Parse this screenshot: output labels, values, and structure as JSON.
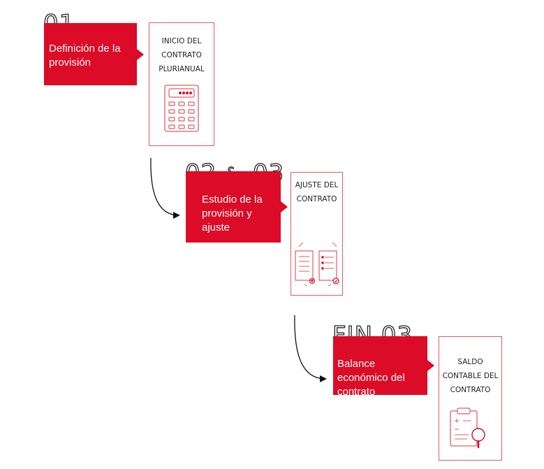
{
  "steps": [
    {
      "number": "01",
      "label": "Definición de la provisión",
      "card_title": "INICIO DEL\nCONTRATO\nPLURIANUAL",
      "icon": "calculator-icon"
    },
    {
      "number_a": "02",
      "amp": "&",
      "number_b": "03",
      "label": "Estudio de la provisión y ajuste",
      "card_title": "AJUSTE DEL\nCONTRATO",
      "icon": "document-adjust-icon"
    },
    {
      "number": "FIN 03",
      "label": "Balance económico del contrato",
      "card_title": "SALDO\nCONTABLE DEL\nCONTRATO",
      "icon": "clipboard-search-icon"
    }
  ],
  "colors": {
    "accent": "#dc0b27",
    "card_border": "#e35a66",
    "text_dark": "#222222",
    "connector": "#111111"
  }
}
